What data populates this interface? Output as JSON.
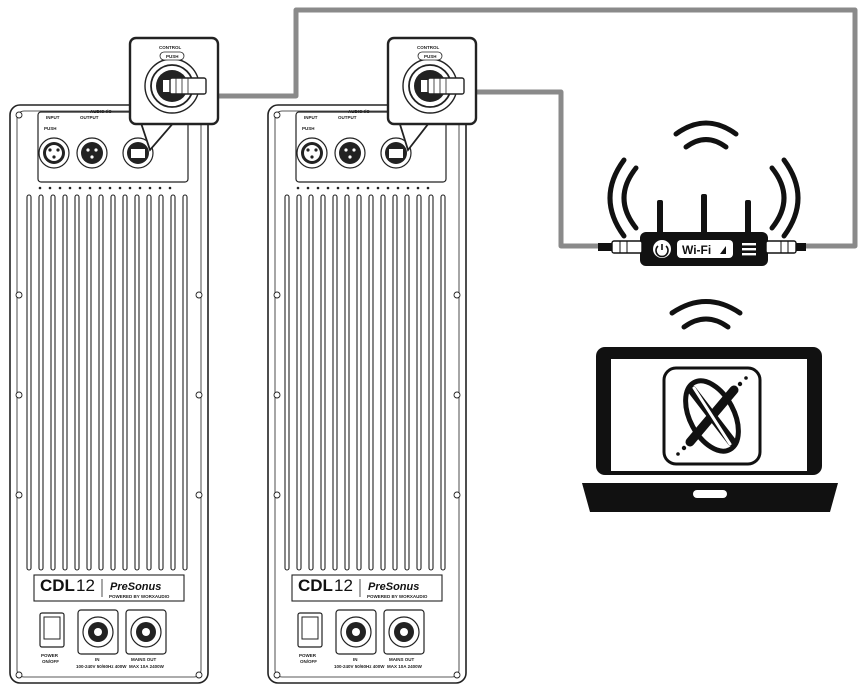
{
  "speakers": [
    {
      "model_prefix": "CDL",
      "model_number": "12",
      "brand": "PreSonus",
      "brand_tagline": "POWERED BY WORXAUDIO",
      "audio_io_label": "AUDIO I/O",
      "input_label": "INPUT",
      "push_label": "PUSH",
      "output_label": "OUTPUT",
      "control_label": "CONTROL",
      "control_push_label": "PUSH",
      "power_label": "POWER",
      "power_sub_label": "ON/OFF",
      "in_label": "IN",
      "in_sub_label": "100-240V 50/60Hz 400W",
      "mains_out_label": "MAINS OUT",
      "mains_out_sub_label": "MAX 10A 2400W"
    },
    {
      "model_prefix": "CDL",
      "model_number": "12",
      "brand": "PreSonus",
      "brand_tagline": "POWERED BY WORXAUDIO",
      "audio_io_label": "AUDIO I/O",
      "input_label": "INPUT",
      "push_label": "PUSH",
      "output_label": "OUTPUT",
      "control_label": "CONTROL",
      "control_push_label": "PUSH",
      "power_label": "POWER",
      "power_sub_label": "ON/OFF",
      "in_label": "IN",
      "in_sub_label": "100-240V 50/60Hz 400W",
      "mains_out_label": "MAINS OUT",
      "mains_out_sub_label": "MAX 10A 2400W"
    }
  ],
  "router": {
    "label": "Wi-Fi",
    "icons": [
      "power-icon",
      "wifi-signal-icon",
      "menu-icon"
    ]
  },
  "laptop": {
    "app_icon": "x-logo-app-icon"
  },
  "colors": {
    "cable": "#8a8a8a",
    "outline": "#222222",
    "background": "#ffffff"
  }
}
